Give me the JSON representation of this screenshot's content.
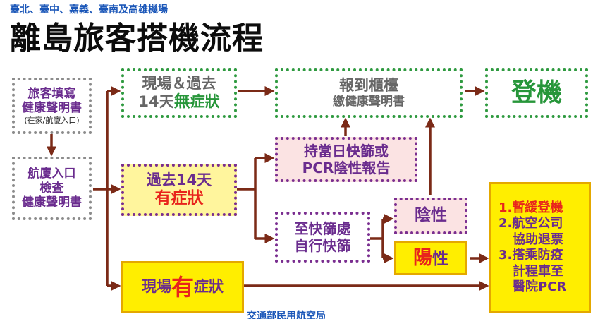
{
  "header": {
    "subtitle": "臺北、臺中、嘉義、臺南及高雄機場",
    "title": "離島旅客搭機流程"
  },
  "boxes": {
    "fill_form": {
      "line1": "旅客填寫",
      "line2": "健康聲明書",
      "note": "(在家/航廈入口)"
    },
    "check": {
      "line1": "航廈入口",
      "line2": "檢查",
      "line3": "健康聲明書"
    },
    "no_symptom": {
      "line1": "現場＆過去",
      "line2_a": "14天",
      "line2_b": "無",
      "line2_c": "症狀"
    },
    "counter": {
      "line1": "報到櫃檯",
      "line2": "繳健康聲明書"
    },
    "boarding": {
      "label": "登機"
    },
    "past_symptom": {
      "line1": "過去14天",
      "line2": "有症狀"
    },
    "hold_test": {
      "line1": "持當日快篩或",
      "line2": "PCR陰性報告"
    },
    "go_test": {
      "line1": "至快篩處",
      "line2": "自行快篩"
    },
    "negative": {
      "label": "陰性"
    },
    "positive": {
      "label_a": "陽",
      "label_b": "性"
    },
    "onsite_symptom": {
      "label_a": "現場",
      "label_b": "有",
      "label_c": "症狀"
    },
    "outcome": {
      "item1": "1.暫緩登機",
      "item2_a": "2.航空公司",
      "item2_b": "協助退票",
      "item3_a": "3.搭乘防疫",
      "item3_b": "計程車至",
      "item3_c": "醫院PCR"
    }
  },
  "footer": {
    "source": "交通部民用航空局"
  },
  "colors": {
    "arrow": "#7b2a17",
    "purple_text": "#6a2c8e",
    "green_text": "#27963a",
    "red_text": "#e8241c",
    "yellow_fill": "#ffee00",
    "pale_yellow_fill": "#fff59d",
    "pink_fill": "#fbe3e3"
  }
}
